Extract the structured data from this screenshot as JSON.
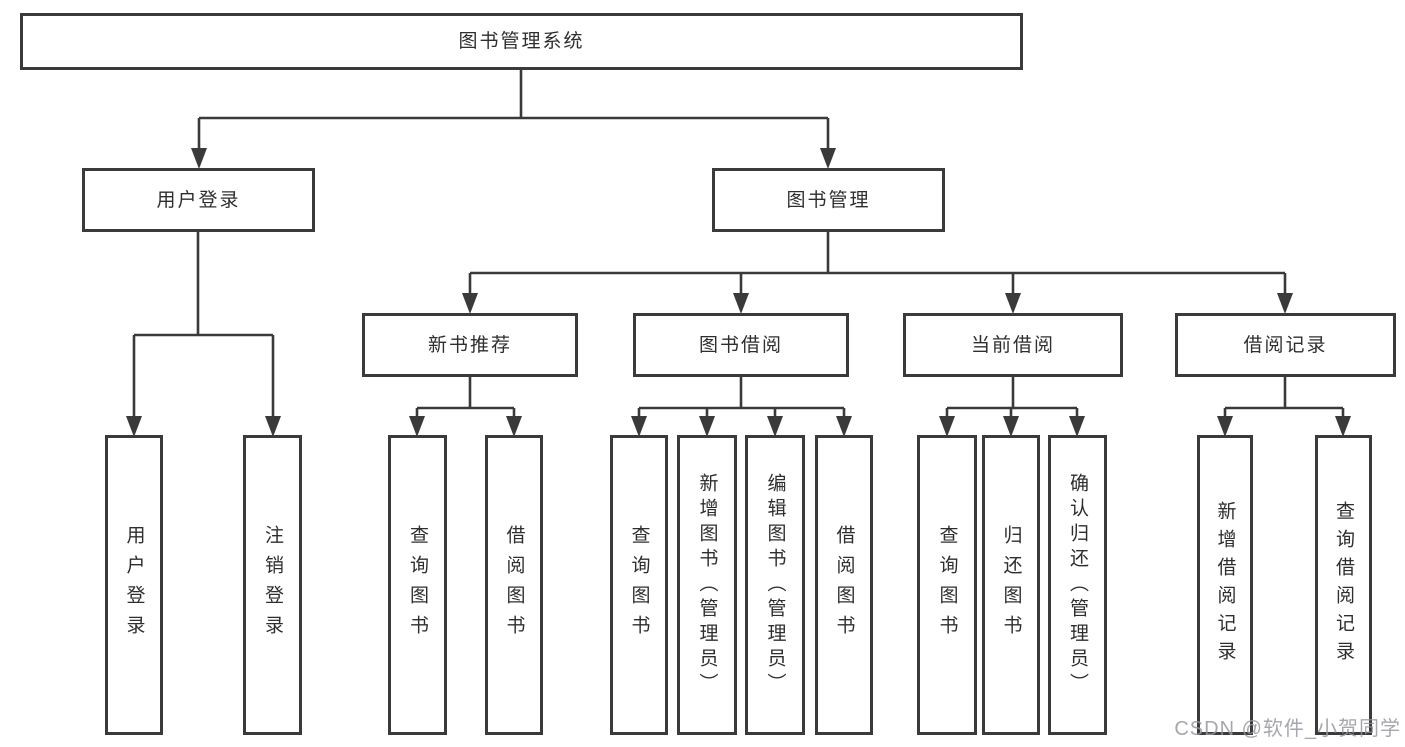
{
  "diagram": {
    "title_node": {
      "label": "图书管理系统"
    },
    "level2": [
      {
        "label": "用户登录"
      },
      {
        "label": "图书管理"
      }
    ],
    "level3": [
      {
        "label": "新书推荐"
      },
      {
        "label": "图书借阅"
      },
      {
        "label": "当前借阅"
      },
      {
        "label": "借阅记录"
      }
    ],
    "leaves": {
      "user_login": [
        {
          "label": "用户登录"
        },
        {
          "label": "注销登录"
        }
      ],
      "new_book": [
        {
          "label": "查询图书"
        },
        {
          "label": "借阅图书"
        }
      ],
      "book_borrow": [
        {
          "label": "查询图书"
        },
        {
          "label": "新增图书（管理员）"
        },
        {
          "label": "编辑图书（管理员）"
        },
        {
          "label": "借阅图书"
        }
      ],
      "current_borrow": [
        {
          "label": "查询图书"
        },
        {
          "label": "归还图书"
        },
        {
          "label": "确认归还（管理员）"
        }
      ],
      "borrow_record": [
        {
          "label": "新增借阅记录"
        },
        {
          "label": "查询借阅记录"
        }
      ]
    },
    "watermark": "CSDN @软件_小贺同学",
    "colors": {
      "line": "#3a3a3a",
      "border": "#3a3a3a",
      "text": "#2e2e2e",
      "background": "#ffffff",
      "watermark": "#9696a0"
    }
  }
}
